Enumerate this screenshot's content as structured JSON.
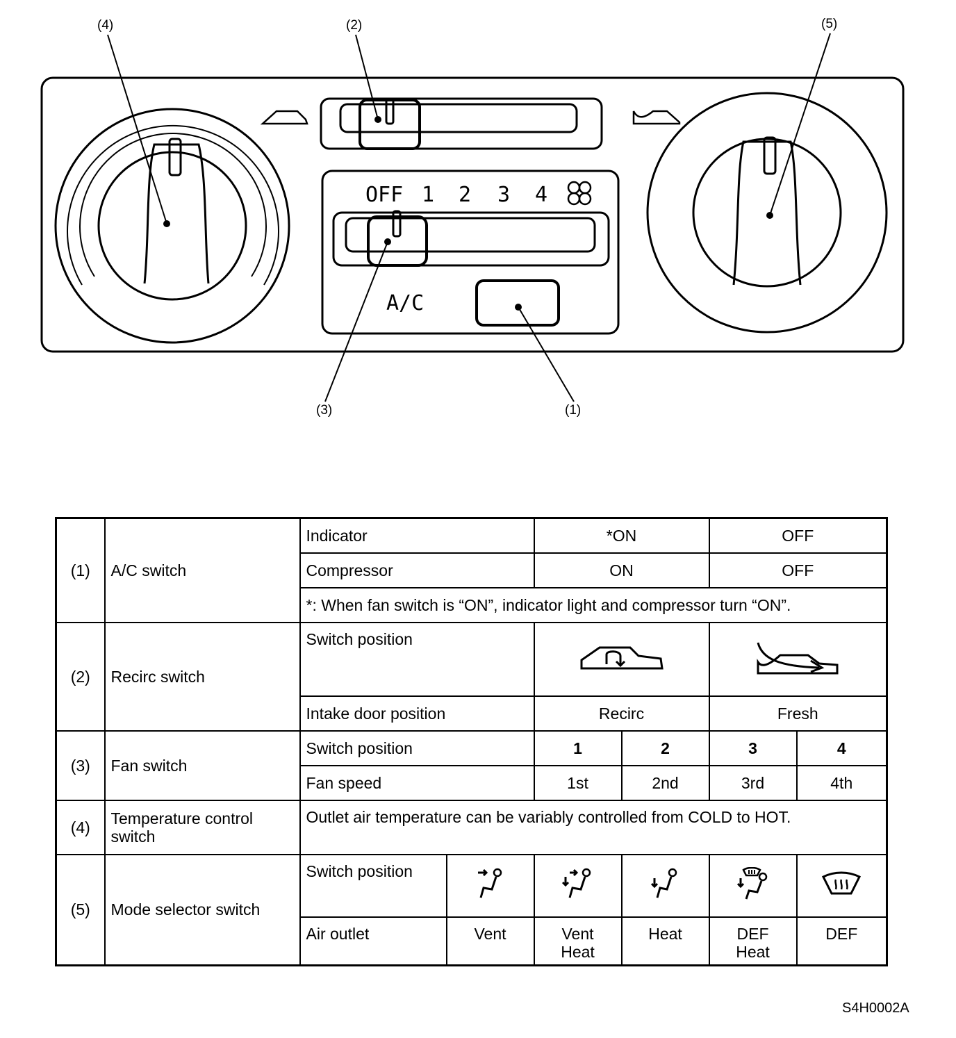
{
  "diagram": {
    "callouts": [
      "(4)",
      "(2)",
      "(5)",
      "(3)",
      "(1)"
    ],
    "fan_scale": [
      "OFF",
      "1",
      "2",
      "3",
      "4"
    ],
    "ac_label": "A/C"
  },
  "table": {
    "ac": {
      "num": "(1)",
      "name": "A/C switch",
      "indicator_label": "Indicator",
      "indicator_on": "*ON",
      "indicator_off": "OFF",
      "compressor_label": "Compressor",
      "compressor_on": "ON",
      "compressor_off": "OFF",
      "note": "*: When fan switch is “ON”, indicator light and compressor turn “ON”."
    },
    "recirc": {
      "num": "(2)",
      "name": "Recirc switch",
      "switch_position_label": "Switch position",
      "intake_label": "Intake door position",
      "recirc_value": "Recirc",
      "fresh_value": "Fresh",
      "icons": [
        "recirc-icon",
        "fresh-air-icon"
      ]
    },
    "fan": {
      "num": "(3)",
      "name": "Fan switch",
      "switch_position_label": "Switch position",
      "speed_label": "Fan speed",
      "positions": [
        "1",
        "2",
        "3",
        "4"
      ],
      "speeds": [
        "1st",
        "2nd",
        "3rd",
        "4th"
      ]
    },
    "temp": {
      "num": "(4)",
      "name": "Temperature control switch",
      "description": "Outlet air temperature can be variably controlled from COLD to HOT."
    },
    "mode": {
      "num": "(5)",
      "name": "Mode selector switch",
      "switch_position_label": "Switch position",
      "outlet_label": "Air outlet",
      "outlets": [
        {
          "line1": "Vent",
          "line2": ""
        },
        {
          "line1": "Vent",
          "line2": "Heat"
        },
        {
          "line1": "Heat",
          "line2": ""
        },
        {
          "line1": "DEF",
          "line2": "Heat"
        },
        {
          "line1": "DEF",
          "line2": ""
        }
      ],
      "icons": [
        "vent-mode-icon",
        "bilevel-mode-icon",
        "heat-mode-icon",
        "def-heat-mode-icon",
        "defrost-mode-icon"
      ]
    }
  },
  "doc_id": "S4H0002A"
}
